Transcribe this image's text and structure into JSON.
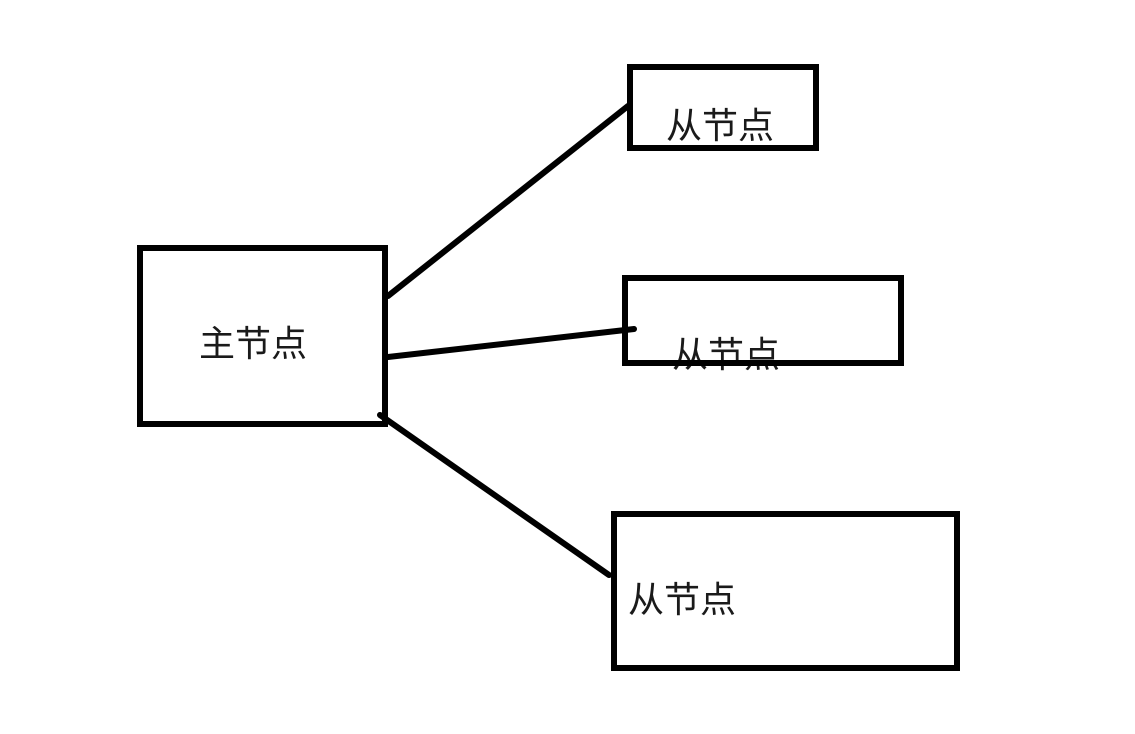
{
  "diagram": {
    "master": {
      "label": "主节点"
    },
    "slaves": [
      {
        "label": "从节点"
      },
      {
        "label": "从节点"
      },
      {
        "label": "从节点"
      }
    ]
  }
}
